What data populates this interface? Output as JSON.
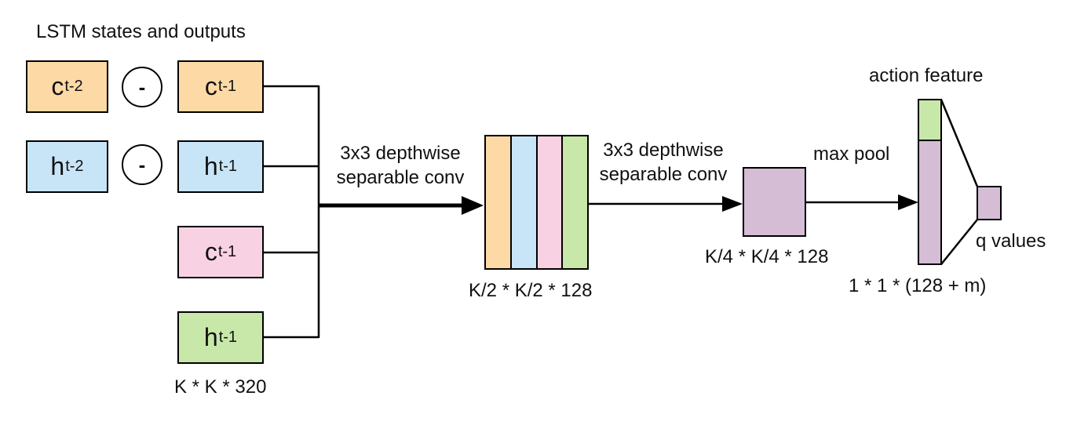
{
  "title": "LSTM states and outputs",
  "colors": {
    "orange": "#fdd9a6",
    "blue": "#c8e5f7",
    "pink": "#f8d2e3",
    "green": "#c7e8a9",
    "purple": "#d4bdd5",
    "stroke": "#000000"
  },
  "inputs": [
    {
      "var": "c",
      "sub": "t-2"
    },
    {
      "var": "c",
      "sub": "t-1"
    },
    {
      "var": "h",
      "sub": "t-2"
    },
    {
      "var": "h",
      "sub": "t-1"
    },
    {
      "var": "c",
      "sub": "t-1"
    },
    {
      "var": "h",
      "sub": "t-1"
    }
  ],
  "operator": "-",
  "input_dims": "K * K * 320",
  "conv1_label": [
    "3x3 depthwise",
    "separable conv"
  ],
  "stack_dims": "K/2 * K/2 * 128",
  "conv2_label": [
    "3x3 depthwise",
    "separable conv"
  ],
  "pool_dims": "K/4 * K/4 * 128",
  "max_pool_label": "max pool",
  "action_feature_label": "action feature",
  "concat_dims": "1 * 1 * (128 + m)",
  "q_values_label": "q values"
}
